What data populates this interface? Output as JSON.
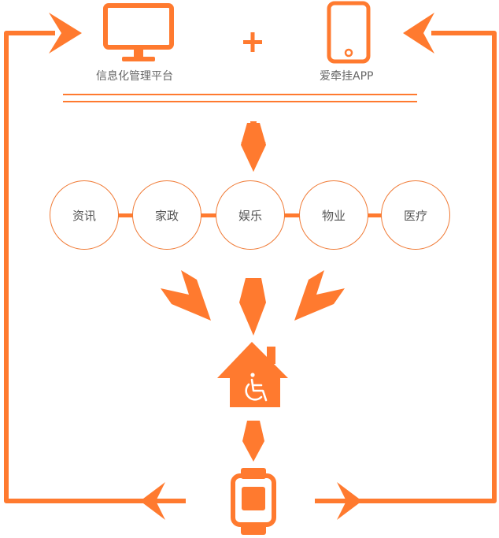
{
  "colors": {
    "accent": "#FF7A2F",
    "circle_border": "#F07A35",
    "text": "#666666"
  },
  "top": {
    "platform_label": "信息化管理平台",
    "plus_sign": "+",
    "app_label": "爱牵挂APP",
    "platform_icon": "monitor-icon",
    "app_icon": "smartphone-icon"
  },
  "services": [
    {
      "label": "资讯"
    },
    {
      "label": "家政"
    },
    {
      "label": "娱乐"
    },
    {
      "label": "物业"
    },
    {
      "label": "医疗"
    }
  ],
  "icons": {
    "home": "house-icon",
    "accessibility": "wheelchair-icon",
    "device": "smartwatch-icon"
  }
}
